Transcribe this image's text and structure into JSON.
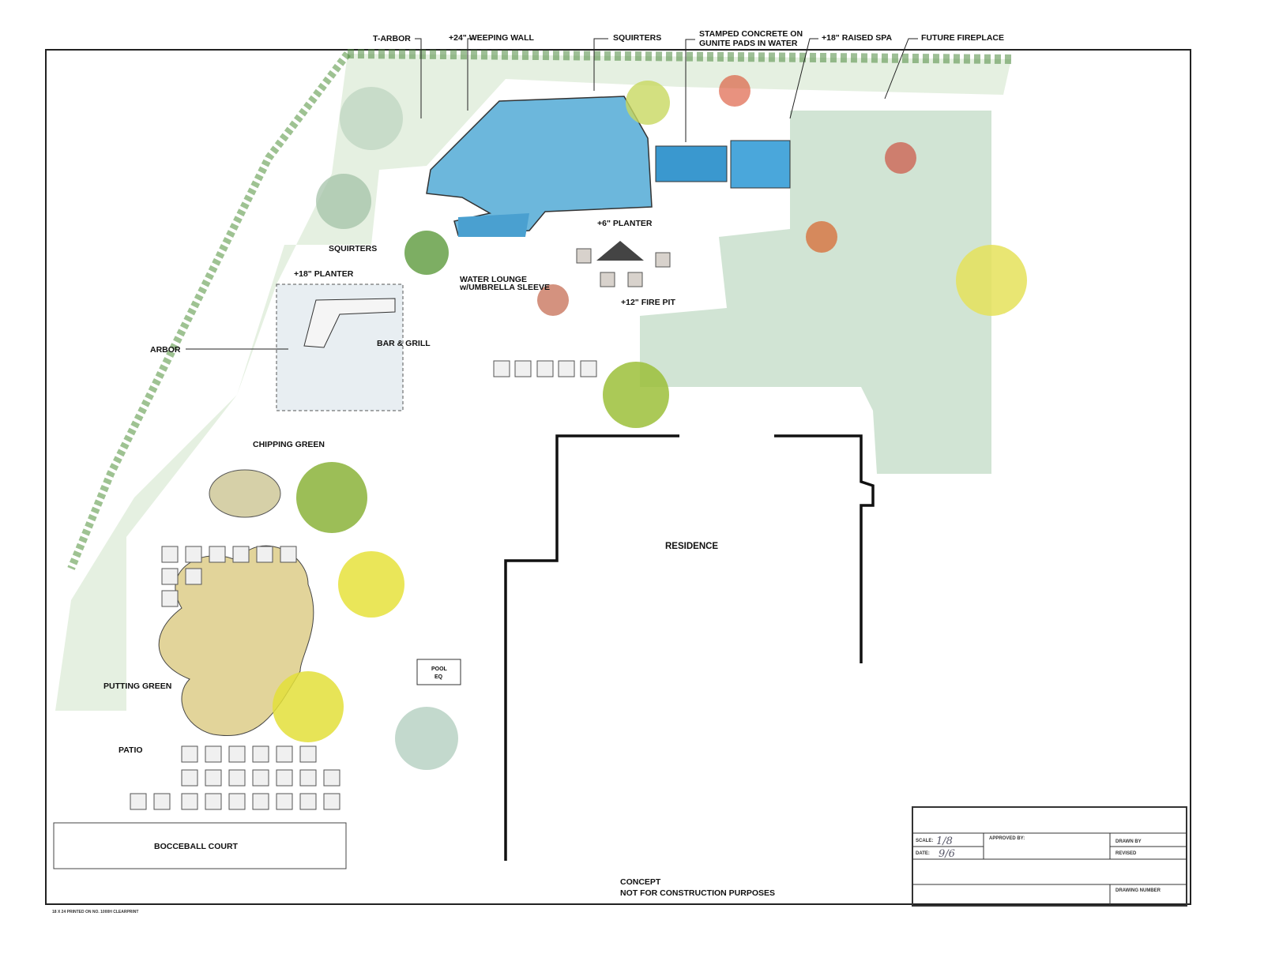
{
  "labels": {
    "t_arbor": "T-ARBOR",
    "weeping_wall": "+24\" WEEPING WALL",
    "squirters_top": "SQUIRTERS",
    "stamped_concrete_1": "STAMPED CONCRETE ON",
    "stamped_concrete_2": "GUNITE PADS IN WATER",
    "raised_spa": "+18\" RAISED SPA",
    "future_fireplace": "FUTURE FIREPLACE",
    "squirters_left": "SQUIRTERS",
    "planter_18": "+18\" PLANTER",
    "planter_6": "+6\" PLANTER",
    "water_lounge_1": "WATER LOUNGE",
    "water_lounge_2": "w/UMBRELLA SLEEVE",
    "fire_pit": "+12\" FIRE PIT",
    "arbor": "ARBOR",
    "bar_grill": "BAR & GRILL",
    "chipping_green": "CHIPPING GREEN",
    "residence": "RESIDENCE",
    "putting_green": "PUTTING GREEN",
    "pool_eq_1": "POOL",
    "pool_eq_2": "EQ",
    "patio": "PATIO",
    "bocceball_court": "BOCCEBALL COURT",
    "concept_1": "CONCEPT",
    "concept_2": "NOT FOR CONSTRUCTION PURPOSES"
  },
  "title_block": {
    "scale_label": "SCALE:",
    "scale_value": "1/8",
    "date_label": "DATE:",
    "date_value": "9/6",
    "approved_by": "APPROVED BY:",
    "drawn_by": "DRAWN BY",
    "revised": "REVISED",
    "drawing_number": "DRAWING NUMBER"
  },
  "footer_note": "18 X 24   PRINTED ON NO. 1000H CLEARPRINT"
}
